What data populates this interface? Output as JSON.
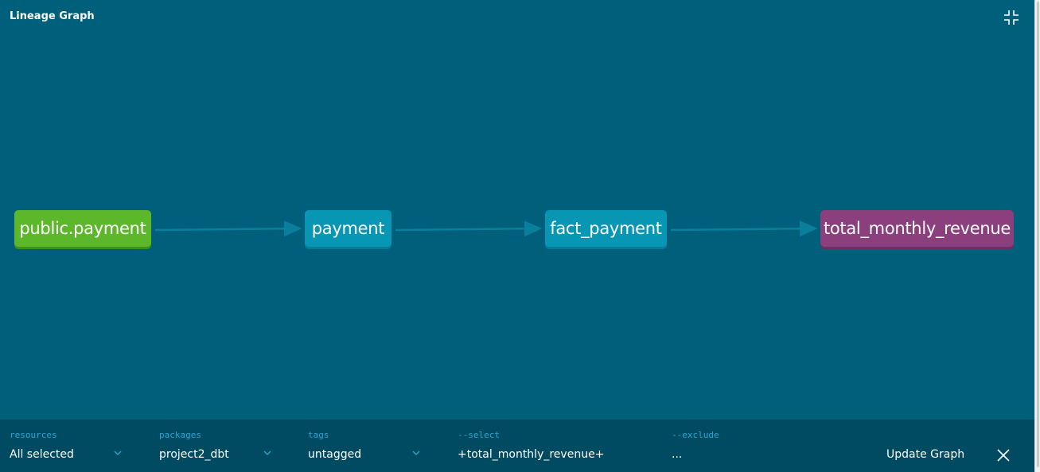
{
  "header": {
    "title": "Lineage Graph",
    "collapse_icon": "collapse-icon"
  },
  "graph": {
    "nodes": [
      {
        "id": "public-payment",
        "label": "public.payment",
        "kind": "source",
        "color": "#5cb82a"
      },
      {
        "id": "payment",
        "label": "payment",
        "kind": "model",
        "color": "#0896b5"
      },
      {
        "id": "fact-payment",
        "label": "fact_payment",
        "kind": "model",
        "color": "#0896b5"
      },
      {
        "id": "total-monthly-revenue",
        "label": "total_monthly_revenue",
        "kind": "metric",
        "color": "#8b3f7c"
      }
    ],
    "edges": [
      {
        "from": "public-payment",
        "to": "payment"
      },
      {
        "from": "payment",
        "to": "fact-payment"
      },
      {
        "from": "fact-payment",
        "to": "total-monthly-revenue"
      }
    ]
  },
  "footer": {
    "resources": {
      "label": "resources",
      "value": "All selected"
    },
    "packages": {
      "label": "packages",
      "value": "project2_dbt"
    },
    "tags": {
      "label": "tags",
      "value": "untagged"
    },
    "select": {
      "label": "--select",
      "value": "+total_monthly_revenue+"
    },
    "exclude": {
      "label": "--exclude",
      "value": "..."
    },
    "update_label": "Update Graph",
    "close_icon": "close-icon"
  },
  "colors": {
    "background": "#005f7b",
    "footer_background": "#004a62",
    "label_accent": "#26a7cf",
    "edge": "#0a7f9c"
  }
}
